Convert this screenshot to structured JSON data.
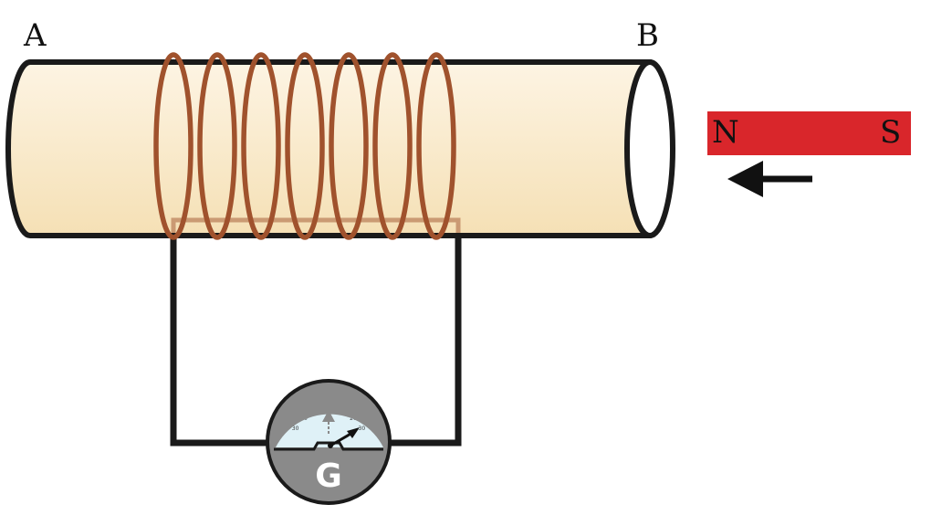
{
  "labels": {
    "end_a": "A",
    "end_b": "B",
    "magnet_north": "N",
    "magnet_south": "S",
    "galvanometer": "G"
  },
  "galvanometer_scale": [
    "30",
    "20",
    "10",
    "0",
    "10",
    "20",
    "30"
  ],
  "colors": {
    "tube_fill_top": "#fcf1dc",
    "tube_fill_bottom": "#f6e2b8",
    "coil": "#a0522d",
    "magnet": "#d9262b",
    "wire": "#1a1a1a",
    "meter_body": "#8a8a8a",
    "meter_face": "#dff1f7"
  },
  "icons": {
    "motion_arrow": "left-arrow-icon"
  }
}
